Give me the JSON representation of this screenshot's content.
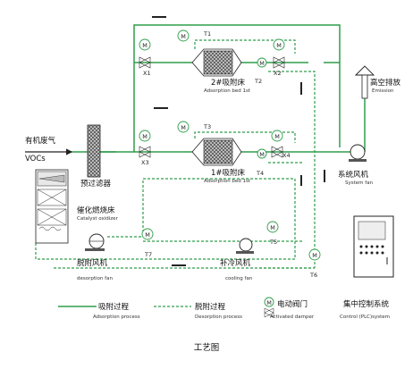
{
  "caption": "工艺图",
  "inlet": {
    "label_cn": "有机废气",
    "label_en": "VOCs"
  },
  "prefilter": {
    "label": "预过滤器"
  },
  "bed1": {
    "label_cn": "1#吸附床",
    "label_en": "Adsorption bed  1st"
  },
  "bed2": {
    "label_cn": "2#吸附床",
    "label_en": "Adsorption bed  1st"
  },
  "catalyst": {
    "label_cn": "催化燃烧床",
    "label_en": "Catalyst oxidizer"
  },
  "desorption_fan": {
    "label_cn": "脱附风机",
    "label_en": "desorption fan"
  },
  "cooling_fan": {
    "label_cn": "补冷风机",
    "label_en": "cooling fan"
  },
  "system_fan": {
    "label_cn": "系统风机",
    "label_en": "System fan"
  },
  "emission": {
    "label_cn": "高空排放",
    "label_en": "Emission"
  },
  "valves": {
    "x1": "X1",
    "x2": "X2",
    "x3": "X3",
    "x4": "X4",
    "t1": "T1",
    "t2": "T2",
    "t3": "T3",
    "t4": "T4",
    "t5": "T5",
    "t6": "T6",
    "t7": "T7"
  },
  "motor_symbol": "M",
  "legend": {
    "adsorption_cn": "吸附过程",
    "adsorption_en": "Adsorption process",
    "desorption_cn": "脱附过程",
    "desorption_en": "Desorption process",
    "damper_cn": "电动阀门",
    "damper_en": "Activated damper",
    "plc_cn": "集中控制系统",
    "plc_en": "Control (PLC)system"
  },
  "colors": {
    "adsorption_line": "#2e9e4a",
    "desorption_line": "#2e9e4a",
    "stroke": "#222222"
  }
}
